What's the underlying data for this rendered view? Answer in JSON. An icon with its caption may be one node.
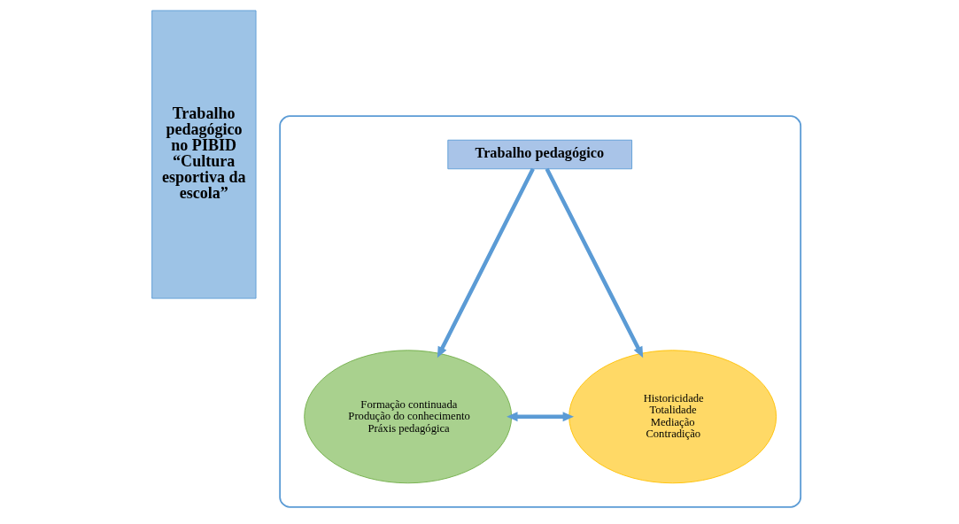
{
  "diagram": {
    "nodes": [
      {
        "text": [
          "Trabalho pedagógico no PIBID “Cultura esportiva da escola”"
        ]
      },
      {
        "text": [],
        "shape": "ellipse"
      },
      {
        "text": [
          "Trabalho pedagógico"
        ],
        "in": 1
      },
      {
        "text": [
          "Formação continuada",
          "Produção do conhecimento",
          "Práxis pedagógica"
        ],
        "in": 1
      },
      {
        "text": [
          "Historicidade",
          "Totalidade",
          "Mediação",
          "Contradição"
        ],
        "in": 1
      }
    ],
    "edges": [
      {
        "from": 2,
        "to": 3,
        "arrow": "to"
      },
      {
        "from": 2,
        "to": 4,
        "arrow": "to"
      },
      {
        "from": 3,
        "to": 4,
        "arrow": "both"
      }
    ]
  }
}
